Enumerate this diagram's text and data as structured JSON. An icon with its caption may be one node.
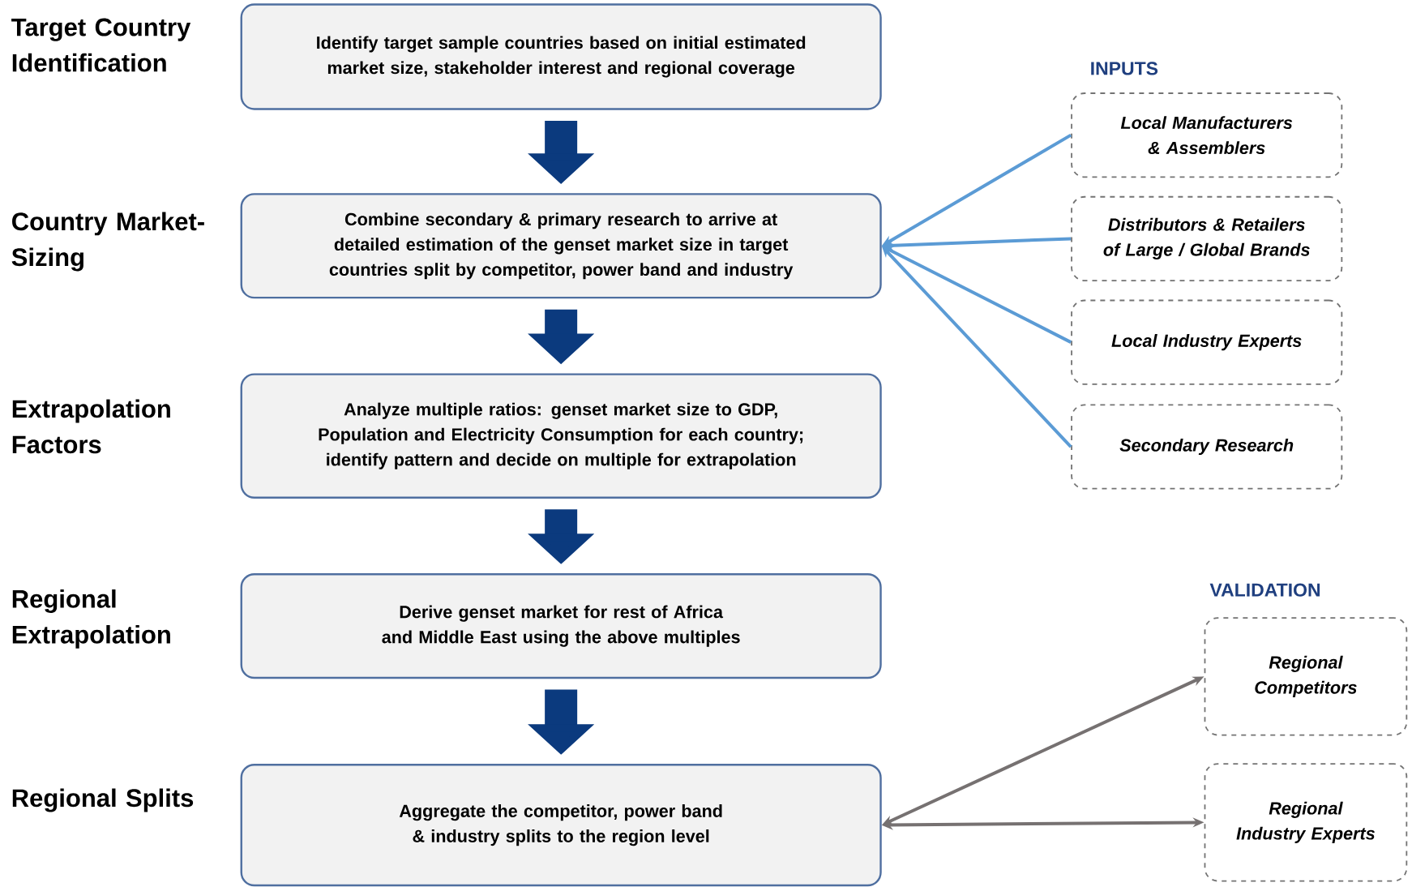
{
  "diagram": {
    "nodes": [
      {
        "text": [
          "Identify target sample countries based on initial estimated market size, stakeholder interest and regional coverage"
        ]
      },
      {
        "text": [
          "Combine secondary & primary research to arrive at detailed estimation of the genset market size in target countries split by competitor, power band and industry"
        ]
      },
      {
        "text": [
          "Analyze multiple ratios: genset market size to GDP, Population and Electricity Consumption for each country; identify pattern and decide on multiple for extrapolation"
        ]
      },
      {
        "text": [
          "Derive genset market for rest of Africa and Middle East using the above multiples"
        ]
      },
      {
        "text": [
          "Aggregate the competitor, power band & industry splits to the region level"
        ]
      },
      {
        "text": [
          "Local Manufacturers & Assemblers"
        ]
      },
      {
        "text": [
          "Distributors & Retailers of Large / Global Brands"
        ]
      },
      {
        "text": [
          "Local Industry Experts"
        ]
      },
      {
        "text": [
          "Secondary Research"
        ]
      },
      {
        "text": [
          "Regional Competitors"
        ]
      },
      {
        "text": [
          "Regional Industry Experts"
        ]
      }
    ],
    "edges": [
      {
        "from": 0,
        "to": 1,
        "arrow": "to",
        "style": "thick",
        "color": "#0b3a7e"
      },
      {
        "from": 1,
        "to": 2,
        "arrow": "to",
        "style": "thick",
        "color": "#0b3a7e"
      },
      {
        "from": 2,
        "to": 3,
        "arrow": "to",
        "style": "thick",
        "color": "#0b3a7e"
      },
      {
        "from": 3,
        "to": 4,
        "arrow": "to",
        "style": "thick",
        "color": "#0b3a7e"
      },
      {
        "from": 5,
        "to": 1,
        "arrow": "to",
        "color": "#5b9bd5"
      },
      {
        "from": 6,
        "to": 1,
        "arrow": "to",
        "color": "#5b9bd5"
      },
      {
        "from": 7,
        "to": 1,
        "arrow": "to",
        "color": "#5b9bd5"
      },
      {
        "from": 8,
        "to": 1,
        "arrow": "to",
        "color": "#5b9bd5"
      },
      {
        "from": 4,
        "to": 9,
        "arrow": "both",
        "color": "#767171"
      },
      {
        "from": 4,
        "to": 10,
        "arrow": "both",
        "color": "#767171"
      }
    ],
    "labels": [
      "Target Country Identification",
      "INPUTS",
      "Country Market-Sizing",
      "Extrapolation Factors",
      "VALIDATION",
      "Regional Extrapolation",
      "Regional Splits"
    ]
  }
}
